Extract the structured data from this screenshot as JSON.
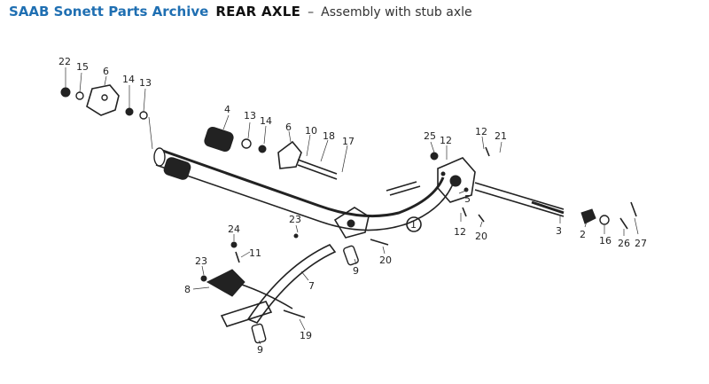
{
  "header": {
    "site_name": "SAAB Sonett Parts Archive",
    "section_title": "REAR AXLE",
    "separator": "–",
    "subtitle": "Assembly with stub axle"
  },
  "diagram": {
    "circled_label": "1",
    "callouts": {
      "c22": "22",
      "c15": "15",
      "c6a": "6",
      "c14a": "14",
      "c13a": "13",
      "c4": "4",
      "c13b": "13",
      "c14b": "14",
      "c6b": "6",
      "c10": "10",
      "c18": "18",
      "c17": "17",
      "c25": "25",
      "c12a": "12",
      "c12b": "12",
      "c21": "21",
      "c5": "5",
      "c12c": "12",
      "c20a": "20",
      "c3": "3",
      "c2": "2",
      "c16": "16",
      "c26": "26",
      "c27": "27",
      "c23a": "23",
      "c20b": "20",
      "c9a": "9",
      "c7": "7",
      "c24": "24",
      "c11": "11",
      "c23b": "23",
      "c8": "8",
      "c19": "19",
      "c9b": "9"
    }
  }
}
